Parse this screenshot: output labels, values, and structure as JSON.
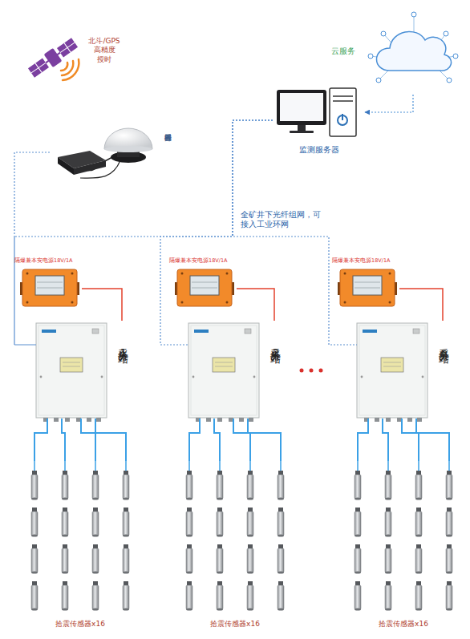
{
  "diagram": {
    "nodes": [
      {
        "text": [
          "北斗/GPS 高精度 授时"
        ]
      },
      {
        "text": [
          "云服务"
        ]
      },
      {
        "text": [
          "监测服务器"
        ]
      },
      {
        "text": [
          "授时服务器"
        ]
      },
      {
        "text": [
          "隔爆兼本安电源18V/1A"
        ]
      },
      {
        "text": [
          "隔爆兼本安电源18V/1A"
        ]
      },
      {
        "text": [
          "隔爆兼本安电源18V/1A"
        ]
      },
      {
        "text": [
          "采集分站1"
        ]
      },
      {
        "text": [
          "采集分站2"
        ]
      },
      {
        "text": [
          "采集分站n"
        ]
      },
      {
        "text": [
          "拾震传感器x16"
        ]
      },
      {
        "text": [
          "拾震传感器x16"
        ]
      },
      {
        "text": [
          "拾震传感器x16"
        ]
      }
    ],
    "edges": [
      {
        "from": 1,
        "to": 2,
        "arrow": "to"
      },
      {
        "from": 2,
        "to": 7,
        "arrow": "none"
      },
      {
        "from": 2,
        "to": 8,
        "arrow": "none"
      },
      {
        "from": 2,
        "to": 9,
        "arrow": "none"
      },
      {
        "from": 3,
        "to": 7,
        "arrow": "none"
      },
      {
        "from": 4,
        "to": 7,
        "arrow": "none"
      },
      {
        "from": 5,
        "to": 8,
        "arrow": "none"
      },
      {
        "from": 6,
        "to": 9,
        "arrow": "none"
      },
      {
        "from": 7,
        "to": 10,
        "arrow": "none"
      },
      {
        "from": 8,
        "to": 11,
        "arrow": "none"
      },
      {
        "from": 9,
        "to": 12,
        "arrow": "none"
      }
    ],
    "labels": [
      "全矿井下光纤组网，可接入工业环网"
    ]
  }
}
